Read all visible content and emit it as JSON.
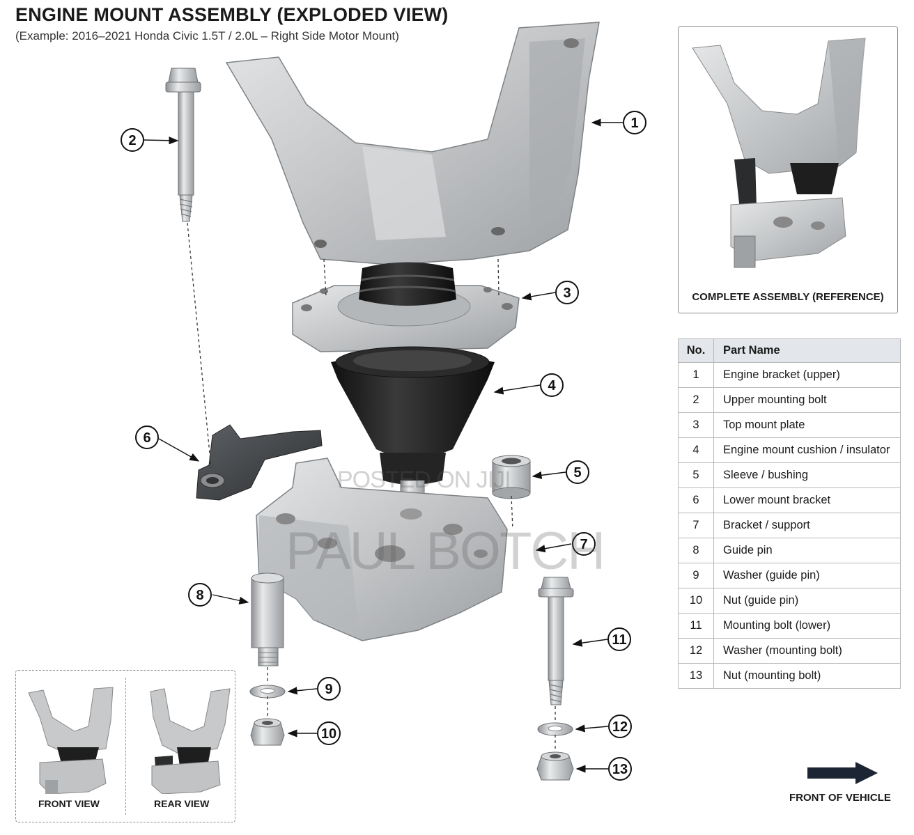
{
  "header": {
    "title": "ENGINE MOUNT ASSEMBLY (EXPLODED VIEW)",
    "subtitle": "(Example: 2016–2021 Honda Civic 1.5T / 2.0L – Right Side Motor Mount)"
  },
  "callouts": [
    "1",
    "2",
    "3",
    "4",
    "5",
    "6",
    "7",
    "8",
    "9",
    "10",
    "11",
    "12",
    "13"
  ],
  "reference": {
    "caption": "COMPLETE ASSEMBLY (REFERENCE)"
  },
  "parts_table": {
    "headers": [
      "No.",
      "Part Name"
    ],
    "rows": [
      [
        "1",
        "Engine bracket (upper)"
      ],
      [
        "2",
        "Upper mounting bolt"
      ],
      [
        "3",
        "Top mount plate"
      ],
      [
        "4",
        "Engine mount cushion / insulator"
      ],
      [
        "5",
        "Sleeve / bushing"
      ],
      [
        "6",
        "Lower mount bracket"
      ],
      [
        "7",
        "Bracket / support"
      ],
      [
        "8",
        "Guide pin"
      ],
      [
        "9",
        "Washer (guide pin)"
      ],
      [
        "10",
        "Nut (guide pin)"
      ],
      [
        "11",
        "Mounting bolt (lower)"
      ],
      [
        "12",
        "Washer (mounting bolt)"
      ],
      [
        "13",
        "Nut (mounting bolt)"
      ]
    ]
  },
  "views": {
    "front": "FRONT VIEW",
    "rear": "REAR VIEW"
  },
  "direction": {
    "label": "FRONT OF VEHICLE"
  },
  "watermark": {
    "line1": "POSTED ON JIJI",
    "line2": "PAUL BOTCH"
  },
  "colors": {
    "metal": "#c9cbcd",
    "rubber": "#1e1e1e",
    "arrow": "#1c2533",
    "table_header": "#e3e6ea"
  }
}
